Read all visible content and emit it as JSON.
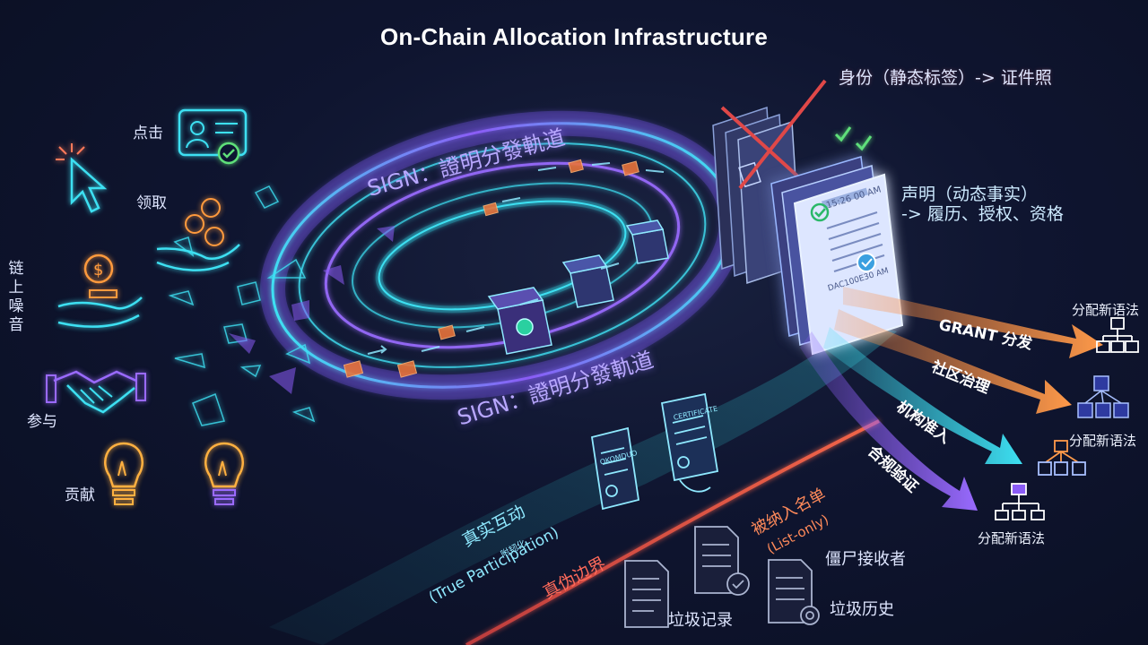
{
  "title": "On-Chain Allocation Infrastructure",
  "noise_label": "链上噪音",
  "actions": {
    "click": "点击",
    "claim": "领取",
    "participate": "参与",
    "contribute": "贡献"
  },
  "ring": {
    "label_top": "SIGN：證明分發軌道",
    "label_bottom": "SIGN：證明分發軌道"
  },
  "identity": {
    "label": "身份（静态标签）-> 证件照"
  },
  "claims": {
    "line1": "声明（动态事实）",
    "line2": "-> 履历、授权、资格",
    "doc_stamp_top": "15:26 00 AM",
    "doc_stamp_bottom": "DAC100E30 AM"
  },
  "outputs": [
    {
      "label": "GRANT 分发",
      "color": "#e8733a"
    },
    {
      "label": "社区治理",
      "color": "#e8733a"
    },
    {
      "label": "机构准入",
      "color": "#3ec3d6"
    },
    {
      "label": "合规验证",
      "color": "#8b5cf6"
    }
  ],
  "primitives": {
    "label1": "分配新语法",
    "label2": "分配新语法",
    "label3": "分配新语法"
  },
  "lower": {
    "true_interaction": "真实互动",
    "true_sub": "附韧化",
    "true_en": "(True Participation)",
    "boundary": "真伪边界",
    "listed": "被纳入名单",
    "listed_en": "(List-only)",
    "zombie": "僵尸接收者",
    "garbage_records": "垃圾记录",
    "garbage_history": "垃圾历史",
    "scroll_small_1": "OKOMDUO",
    "scroll_small_2": "CERTIFICATE"
  },
  "colors": {
    "cyan": "#3ee0f2",
    "purple": "#9a6bff",
    "orange": "#ff8a3d",
    "red": "#e05050"
  }
}
